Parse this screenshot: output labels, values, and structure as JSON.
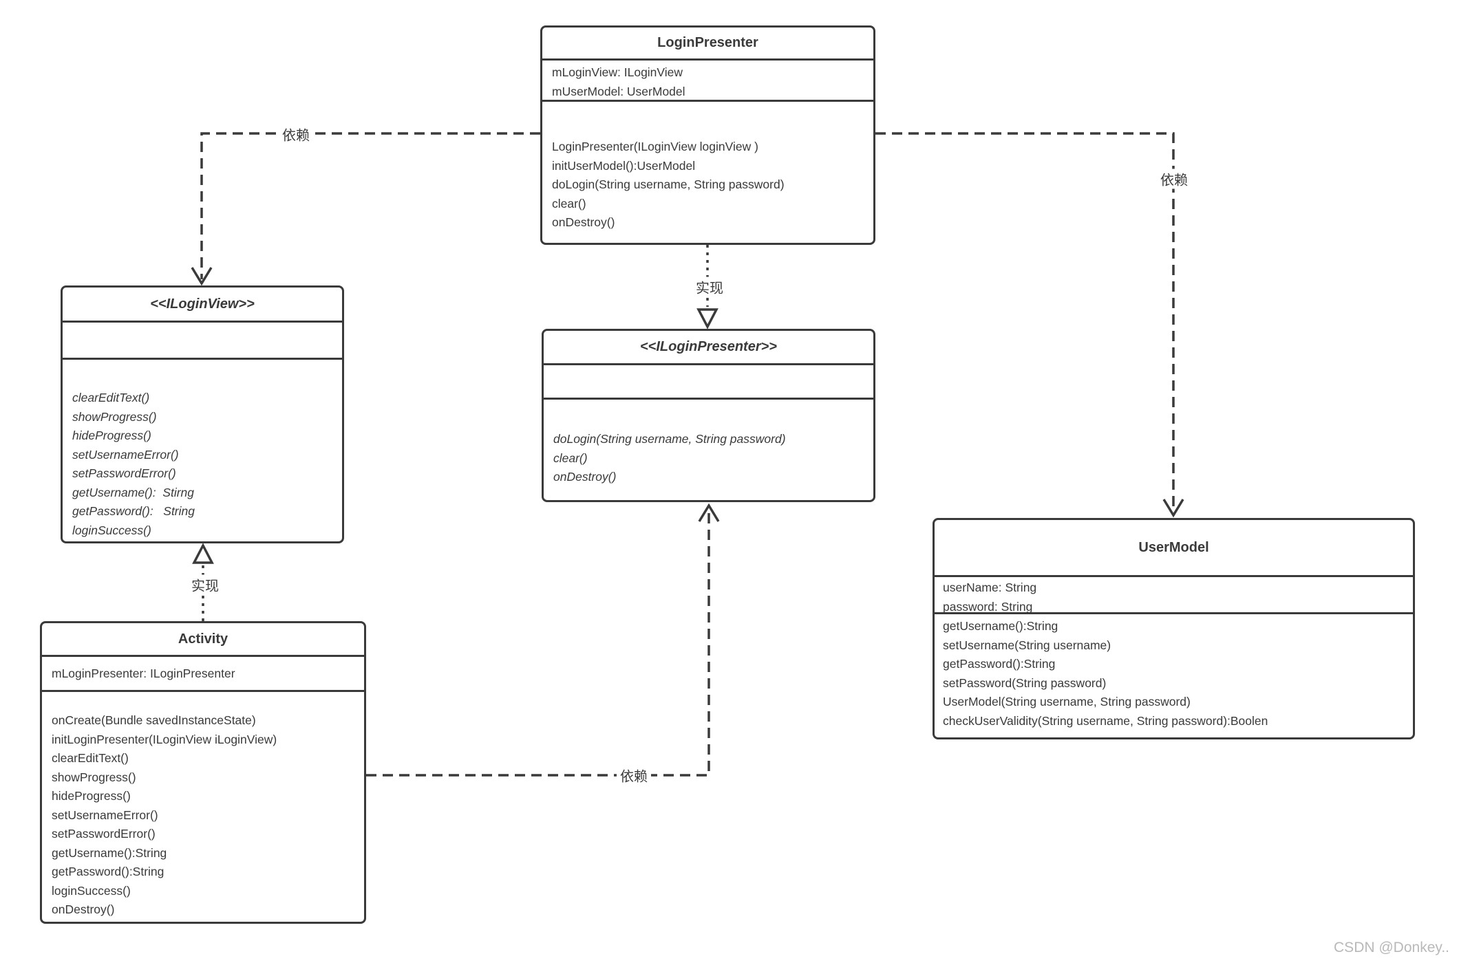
{
  "canvas": {
    "background": "#ffffff",
    "line_color": "#3a3a3a",
    "text_color": "#3a3a3a",
    "watermark_color": "#b9b9b9"
  },
  "classes": {
    "login_presenter": {
      "title": "LoginPresenter",
      "fields": [
        "mLoginView: ILoginView",
        "mUserModel: UserModel"
      ],
      "methods": [
        "LoginPresenter(ILoginView loginView )",
        "initUserModel():UserModel",
        "doLogin(String username, String password)",
        "clear()",
        "onDestroy()"
      ]
    },
    "i_login_view": {
      "title": "<<ILoginView>>",
      "fields": [],
      "methods": [
        "clearEditText()",
        "showProgress()",
        "hideProgress()",
        "setUsernameError()",
        "setPasswordError()",
        "getUsername():  Stirng",
        "getPassword():   String",
        "loginSuccess()"
      ]
    },
    "i_login_presenter": {
      "title": "<<ILoginPresenter>>",
      "fields": [],
      "methods": [
        "doLogin(String username, String password)",
        "clear()",
        "onDestroy()"
      ]
    },
    "user_model": {
      "title": "UserModel",
      "fields": [
        "userName: String",
        "password: String"
      ],
      "methods": [
        "getUsername():String",
        "setUsername(String username)",
        "getPassword():String",
        "setPassword(String password)",
        "UserModel(String username, String password)",
        "checkUserValidity(String username, String password):Boolen"
      ]
    },
    "activity": {
      "title": "Activity",
      "fields": [
        "mLoginPresenter: ILoginPresenter"
      ],
      "methods": [
        "onCreate(Bundle savedInstanceState)",
        "initLoginPresenter(ILoginView iLoginView)",
        "clearEditText()",
        "showProgress()",
        "hideProgress()",
        "setUsernameError()",
        "setPasswordError()",
        "getUsername():String",
        "getPassword():String",
        "loginSuccess()",
        "onDestroy()"
      ]
    }
  },
  "connectors": {
    "presenter_to_view": {
      "type": "dependency",
      "label": "依赖"
    },
    "presenter_to_model": {
      "type": "dependency",
      "label": "依赖"
    },
    "presenter_realizes_ipresenter": {
      "type": "realization",
      "label": "实现"
    },
    "activity_realizes_iview": {
      "type": "realization",
      "label": "实现"
    },
    "activity_to_ipresenter": {
      "type": "dependency",
      "label": "依赖"
    }
  },
  "watermark": {
    "text": "CSDN @Donkey.."
  }
}
